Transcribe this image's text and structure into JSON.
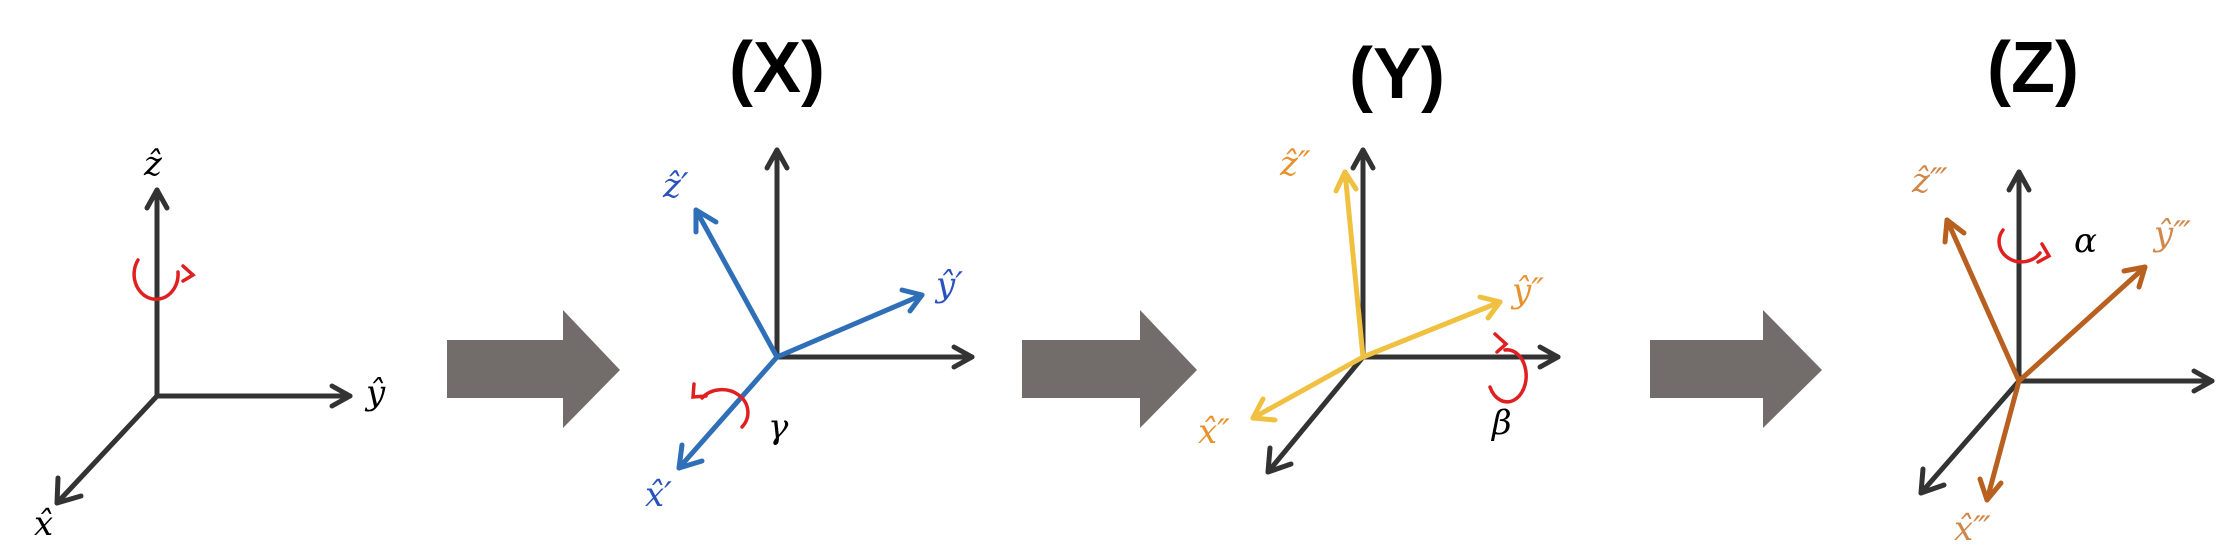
{
  "colors": {
    "base": "#333333",
    "frame_x": "#2e6fb8",
    "frame_y": "#f0c040",
    "frame_z": "#b86020",
    "label_x": "#2a52be",
    "label_y": "#e8922e",
    "label_z": "#d0884a",
    "rotation": "#e02020",
    "step_arrow": "#726d6b"
  },
  "panels": [
    {
      "title": "",
      "base_labels": {
        "x": "x̂",
        "y": "ŷ",
        "z": "ẑ"
      },
      "rotated_labels": null,
      "angle_label": ""
    },
    {
      "title": "(X)",
      "base_labels": null,
      "rotated_labels": {
        "x": "x̂′",
        "y": "ŷ′",
        "z": "ẑ′"
      },
      "angle_label": "γ"
    },
    {
      "title": "(Y)",
      "base_labels": null,
      "rotated_labels": {
        "x": "x̂″",
        "y": "ŷ″",
        "z": "ẑ″"
      },
      "angle_label": "β"
    },
    {
      "title": "(Z)",
      "base_labels": null,
      "rotated_labels": {
        "x": "x̂‴",
        "y": "ŷ‴",
        "z": "ẑ‴"
      },
      "angle_label": "α"
    }
  ]
}
